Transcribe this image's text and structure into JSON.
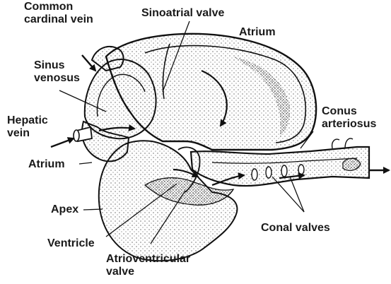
{
  "labels": {
    "common_cardinal_vein": [
      "Common",
      "cardinal vein"
    ],
    "sinoatrial_valve": "Sinoatrial valve",
    "atrium_top": "Atrium",
    "sinus_venosus": [
      "Sinus",
      "venosus"
    ],
    "hepatic_vein": [
      "Hepatic",
      "vein"
    ],
    "atrium_left": "Atrium",
    "conus_arteriosus": [
      "Conus",
      "arteriosus"
    ],
    "apex": "Apex",
    "conal_valves": "Conal valves",
    "ventricle": "Ventricle",
    "atrioventricular_valve": [
      "Atrioventricular",
      "valve"
    ]
  },
  "colors": {
    "ink": "#1a1a1a",
    "paper": "#ffffff"
  }
}
